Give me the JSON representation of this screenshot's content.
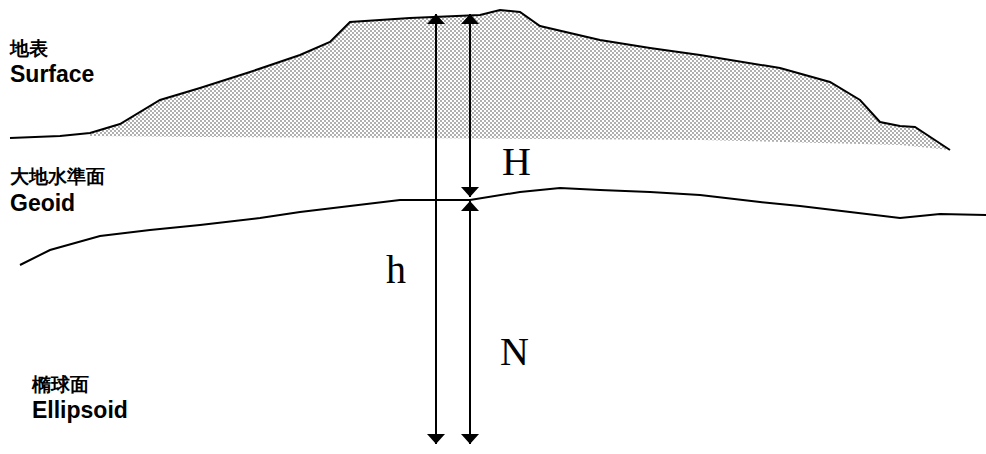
{
  "diagram": {
    "labels": [
      "地表",
      "Surface",
      "大地水準面",
      "Geoid",
      "H",
      "h",
      "N",
      "橢球面",
      "Ellipsoid"
    ]
  }
}
